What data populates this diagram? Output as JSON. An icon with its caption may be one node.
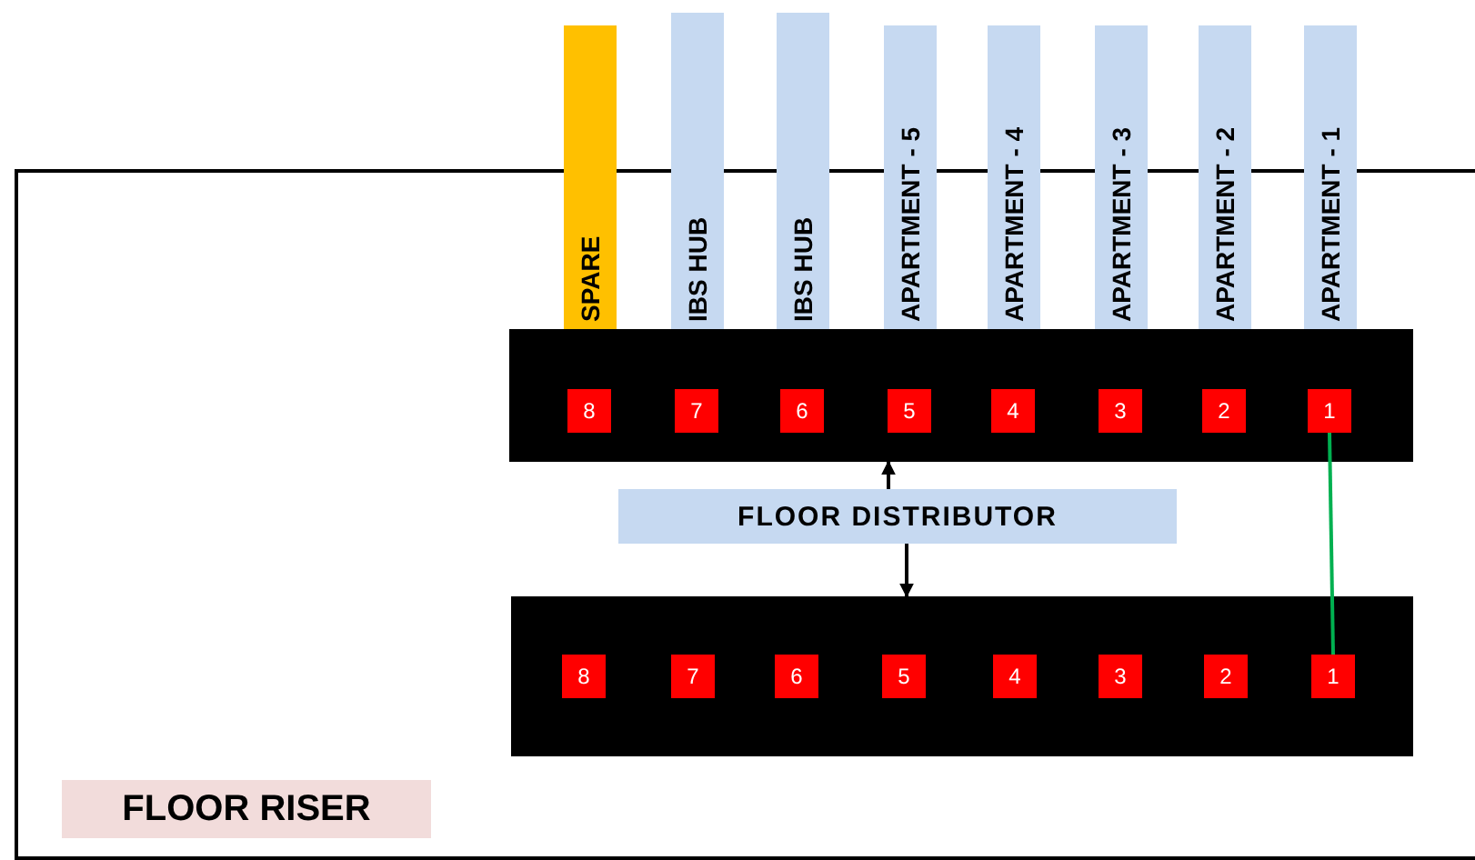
{
  "diagram": {
    "nodes": [
      {
        "text": [
          "SPARE"
        ]
      },
      {
        "text": [
          "IBS HUB"
        ]
      },
      {
        "text": [
          "IBS HUB"
        ]
      },
      {
        "text": [
          "APARTMENT - 5"
        ]
      },
      {
        "text": [
          "APARTMENT - 4"
        ]
      },
      {
        "text": [
          "APARTMENT - 3"
        ]
      },
      {
        "text": [
          "APARTMENT - 2"
        ]
      },
      {
        "text": [
          "APARTMENT - 1"
        ]
      },
      {
        "text": [
          "FLOOR RISER"
        ]
      },
      {
        "text": [],
        "shape": "box",
        "in": 8
      },
      {
        "text": [
          "8"
        ],
        "in": 9
      },
      {
        "text": [
          "7"
        ],
        "in": 9
      },
      {
        "text": [
          "6"
        ],
        "in": 9
      },
      {
        "text": [
          "5"
        ],
        "in": 9
      },
      {
        "text": [
          "4"
        ],
        "in": 9
      },
      {
        "text": [
          "3"
        ],
        "in": 9
      },
      {
        "text": [
          "2"
        ],
        "in": 9
      },
      {
        "text": [
          "1"
        ],
        "in": 9
      },
      {
        "text": [
          "FLOOR DISTRIBUTOR"
        ],
        "in": 8
      },
      {
        "text": [],
        "shape": "box",
        "in": 8
      },
      {
        "text": [
          "8"
        ],
        "in": 19
      },
      {
        "text": [
          "7"
        ],
        "in": 19
      },
      {
        "text": [
          "6"
        ],
        "in": 19
      },
      {
        "text": [
          "5"
        ],
        "in": 19
      },
      {
        "text": [
          "4"
        ],
        "in": 19
      },
      {
        "text": [
          "3"
        ],
        "in": 19
      },
      {
        "text": [
          "2"
        ],
        "in": 19
      },
      {
        "text": [
          "1"
        ],
        "in": 19
      }
    ],
    "edges": [
      {
        "from": 18,
        "to": 9,
        "arrow": "to"
      },
      {
        "from": 18,
        "to": 19,
        "arrow": "to"
      },
      {
        "from": 17,
        "to": 27,
        "arrow": "none",
        "color": "#00b050"
      }
    ]
  }
}
